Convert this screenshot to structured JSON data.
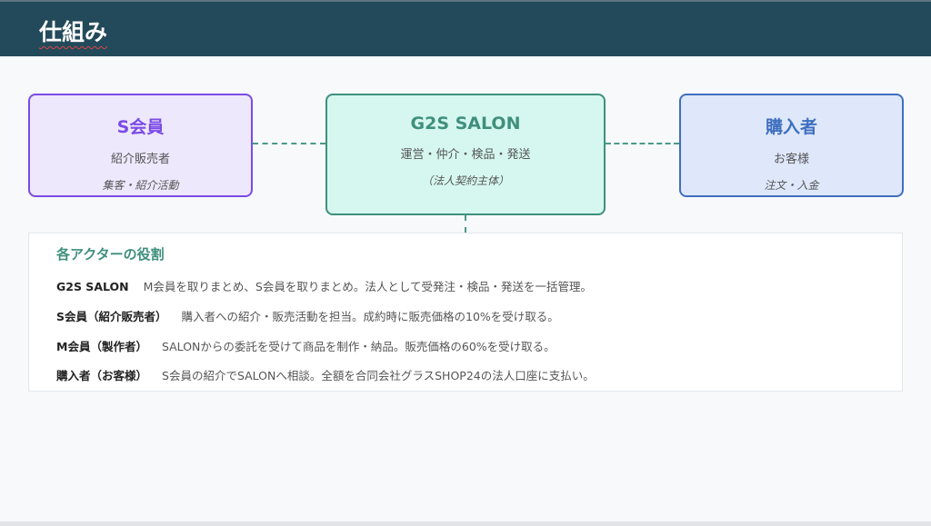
{
  "header": {
    "title": "仕組み"
  },
  "actors": [
    {
      "name": "S会員",
      "role": "紹介販売者",
      "note": "集客・紹介活動"
    },
    {
      "name": "G2S SALON",
      "role": "運営・仲介・検品・発送",
      "note": "（法人契約主体）"
    },
    {
      "name": "購入者",
      "role": "お客様",
      "note": "注文・入金"
    }
  ],
  "roles": {
    "heading": "各アクターの役割",
    "items": [
      {
        "label": "G2S SALON",
        "desc": "M会員を取りまとめ、S会員を取りまとめ。法人として受発注・検品・発送を一括管理。"
      },
      {
        "label": "S会員（紹介販売者）",
        "desc": "購入者への紹介・販売活動を担当。成約時に販売価格の10%を受け取る。"
      },
      {
        "label": "M会員（製作者）",
        "desc": "SALONからの委託を受けて商品を制作・納品。販売価格の60%を受け取る。"
      },
      {
        "label": "購入者（お客様）",
        "desc": "S会員の紹介でSALONへ相談。全額を合同会社グラスSHOP24の法人口座に支払い。"
      }
    ]
  }
}
